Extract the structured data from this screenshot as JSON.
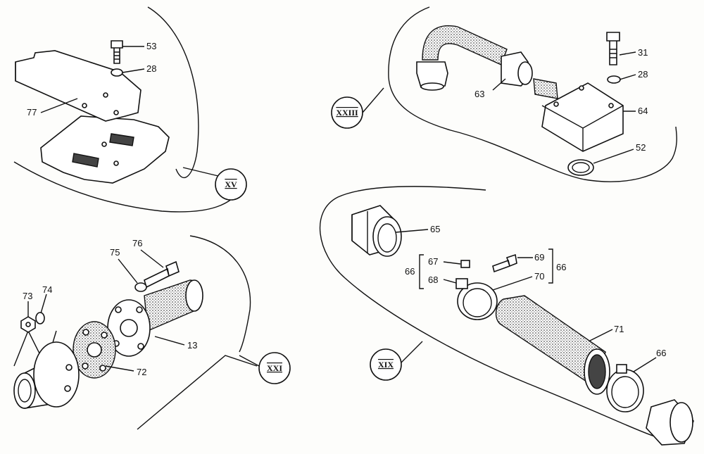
{
  "views": {
    "xv": {
      "ref": "XV",
      "labels": [
        "53",
        "28",
        "77"
      ]
    },
    "xxiii": {
      "ref": "XXIII",
      "labels": [
        "31",
        "28",
        "63",
        "64",
        "52"
      ]
    },
    "xxi": {
      "ref": "XXI",
      "labels": [
        "76",
        "75",
        "73",
        "74",
        "13",
        "72"
      ]
    },
    "xix": {
      "ref": "XIX",
      "labels": [
        "65",
        "67",
        "69",
        "66",
        "66",
        "68",
        "70",
        "71",
        "66"
      ]
    }
  }
}
